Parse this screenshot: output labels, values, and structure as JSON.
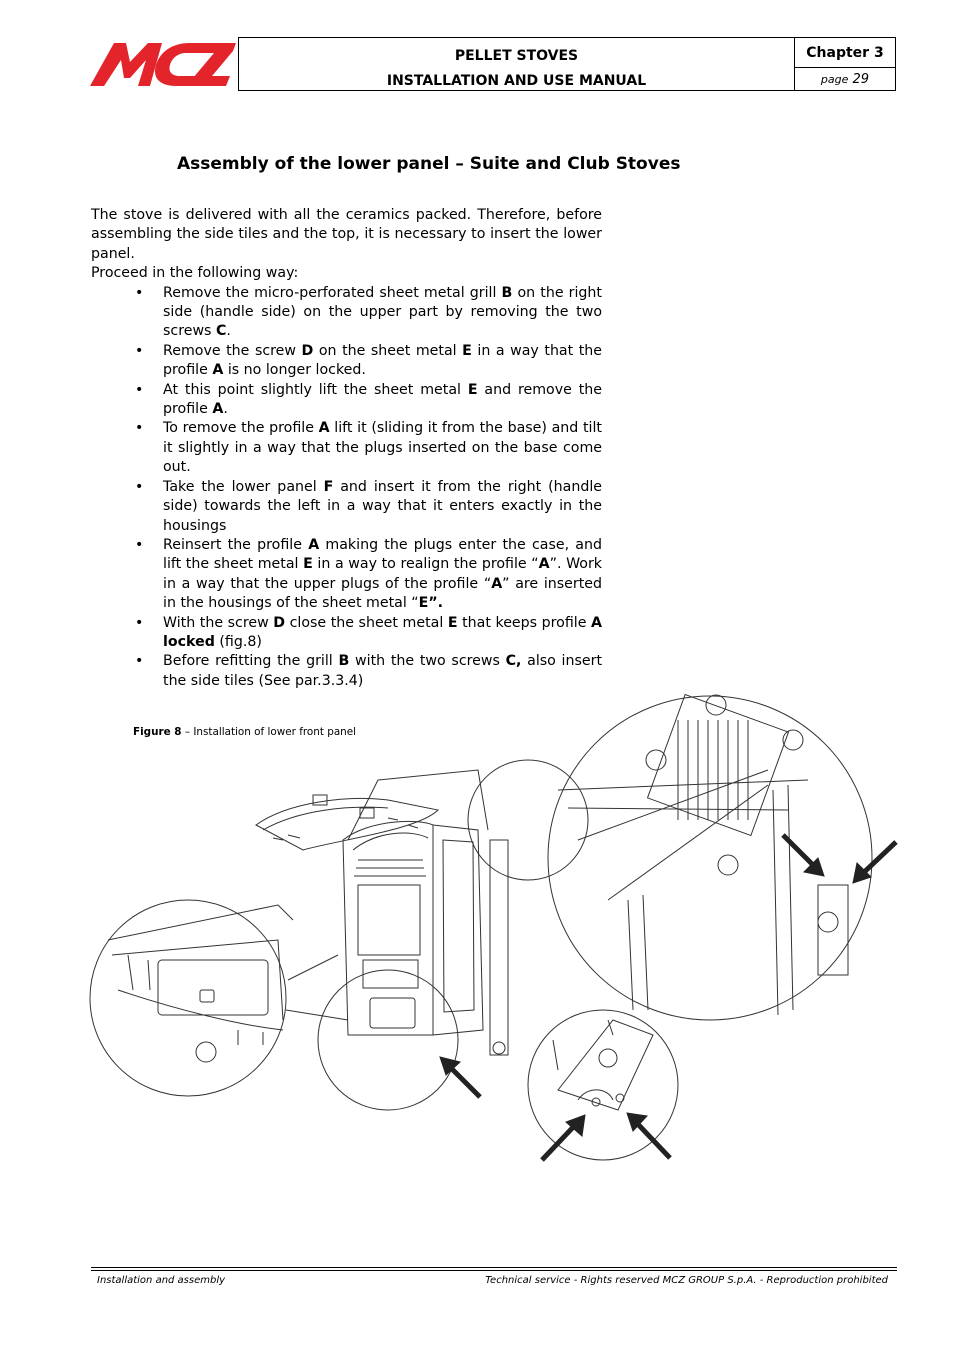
{
  "header": {
    "logo_text": "MCZ",
    "title_line1": "PELLET STOVES",
    "title_line2": "INSTALLATION AND USE MANUAL",
    "chapter": "Chapter 3",
    "page_label": "page",
    "page_number": "29"
  },
  "section": {
    "title": "Assembly of the lower panel – Suite and Club Stoves",
    "intro": "The stove is delivered with all the ceramics packed. Therefore, before assembling the side tiles and the top, it is necessary to insert the lower panel.",
    "proceed": "Proceed in the following way:",
    "steps": [
      [
        {
          "t": "Remove the micro-perforated sheet metal grill "
        },
        {
          "b": "B"
        },
        {
          "t": " on the right side (handle side) on the upper part by removing the two screws "
        },
        {
          "b": "C"
        },
        {
          "t": "."
        }
      ],
      [
        {
          "t": "Remove the screw "
        },
        {
          "b": "D"
        },
        {
          "t": " on the sheet metal "
        },
        {
          "b": "E"
        },
        {
          "t": " in a way that the profile "
        },
        {
          "b": "A"
        },
        {
          "t": " is no longer locked."
        }
      ],
      [
        {
          "t": "At this point slightly lift the sheet metal "
        },
        {
          "b": "E"
        },
        {
          "t": " and remove the profile "
        },
        {
          "b": "A"
        },
        {
          "t": "."
        }
      ],
      [
        {
          "t": "To remove the profile "
        },
        {
          "b": "A"
        },
        {
          "t": " lift it (sliding it from the base) and tilt it slightly in a way that the plugs inserted on the base come out."
        }
      ],
      [
        {
          "t": "Take the lower panel "
        },
        {
          "b": "F"
        },
        {
          "t": " and insert it from the right (handle side) towards the left in a way that it enters exactly in the housings"
        }
      ],
      [
        {
          "t": "Reinsert the profile "
        },
        {
          "b": "A"
        },
        {
          "t": " making the plugs enter the case, and lift the sheet metal "
        },
        {
          "b": "E"
        },
        {
          "t": " in a way to realign the profile “"
        },
        {
          "b": "A"
        },
        {
          "t": "”. Work in a way that the upper plugs of the profile “"
        },
        {
          "b": "A"
        },
        {
          "t": "” are inserted in the housings of the sheet metal “"
        },
        {
          "b": "E”."
        }
      ],
      [
        {
          "t": "With the screw "
        },
        {
          "b": "D"
        },
        {
          "t": " close the sheet metal "
        },
        {
          "b": "E"
        },
        {
          "t": " that keeps profile "
        },
        {
          "b": "A locked"
        },
        {
          "t": " (fig.8)"
        }
      ],
      [
        {
          "t": "Before refitting the grill "
        },
        {
          "b": "B"
        },
        {
          "t": " with the two screws "
        },
        {
          "b": "C,"
        },
        {
          "t": " also insert the side tiles (See par.3.3.4)"
        }
      ]
    ]
  },
  "figure": {
    "caption_bold": "Figure 8",
    "caption_text": " – Installation of lower front panel"
  },
  "footer": {
    "left": "Installation and assembly",
    "right": "Technical service - Rights reserved MCZ GROUP S.p.A. - Reproduction prohibited"
  },
  "colors": {
    "logo_red": "#e3242b",
    "line_gray": "#555555"
  }
}
